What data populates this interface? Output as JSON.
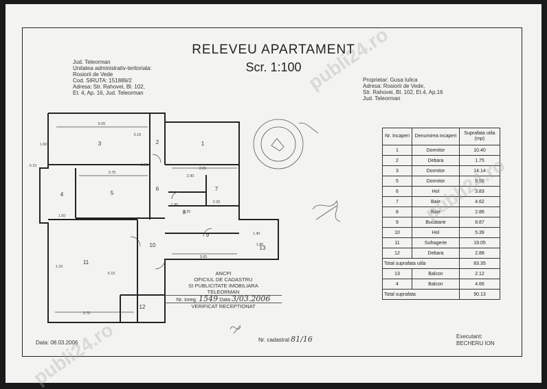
{
  "header": {
    "title": "RELEVEU APARTAMENT",
    "scale": "Scr. 1:100"
  },
  "location_info": [
    "Jud. Teleorman",
    "Unitatea administrativ-teritoriala:",
    "Rosiorii de Vede",
    "Cod. SIRUTA: 151889/2",
    "Adresa: Str. Rahovei, Bl. 102,",
    "Et. 4, Ap. 16, Jud. Teleorman"
  ],
  "owner_info": [
    "Proprietar: Gusa Iulica",
    "Adresa: Rosiorii de Vede,",
    "Str. Rahovei, Bl. 102, Et.4, Ap.16",
    "Jud. Teleorman"
  ],
  "rooms_table": {
    "headers": [
      "Nr. Incaperi",
      "Denumirea incaperi",
      "Suprafata utila (mp)"
    ],
    "rows": [
      [
        "1",
        "Dormitor",
        "10.40"
      ],
      [
        "2",
        "Debara",
        "1.75"
      ],
      [
        "3",
        "Dormitor",
        "14.14"
      ],
      [
        "5",
        "Dormitor",
        "9.56"
      ],
      [
        "6",
        "Hol",
        "3.83"
      ],
      [
        "7",
        "Baie",
        "4.62"
      ],
      [
        "8",
        "Baie",
        "2.86"
      ],
      [
        "9",
        "Bucatarie",
        "8.87"
      ],
      [
        "10",
        "Hol",
        "5.39"
      ],
      [
        "11",
        "Sufragerie",
        "19.05"
      ],
      [
        "12",
        "Debara",
        "2.88"
      ]
    ],
    "total_util_label": "Total suprafata utila",
    "total_util_value": "83.35",
    "balconies": [
      [
        "13",
        "Balcon",
        "2.12"
      ],
      [
        "4",
        "Balcon",
        "4.66"
      ]
    ],
    "total_label": "Total suprafata",
    "total_value": "90.13"
  },
  "plan_labels": {
    "room_numbers": [
      "3",
      "1",
      "2",
      "4",
      "5",
      "6",
      "7",
      "8",
      "9",
      "10",
      "11",
      "12",
      "13"
    ],
    "dimensions": [
      "5.05",
      "3.75",
      "3.65",
      "3.65",
      "3.70",
      "2.90",
      "2.25",
      "2.25",
      "1.50",
      "1.85",
      "1.40",
      "1.90",
      "1.90",
      "5.15",
      "0.15",
      "0.15",
      "1.60",
      "1.10"
    ]
  },
  "stamp": {
    "agency": "ANCPI",
    "office_line1": "OFICIUL DE CADASTRU",
    "office_line2": "SI PUBLICITATE IMOBILIARA",
    "county": "TELEORMAN",
    "reg_label": "Nr. inreg.",
    "reg_no": "1549",
    "date_label": "Data",
    "reg_date": "3/03.2006",
    "verified": "VERIFICAT  RECEPTIONAT"
  },
  "footer": {
    "date_label": "Data: 08.03.2006",
    "cadastral_label": "Nr. cadastral",
    "cadastral_value": "81/16",
    "executant_label": "Executant:",
    "executant_name": "BECHERU ION"
  },
  "watermark": "publi24.ro"
}
